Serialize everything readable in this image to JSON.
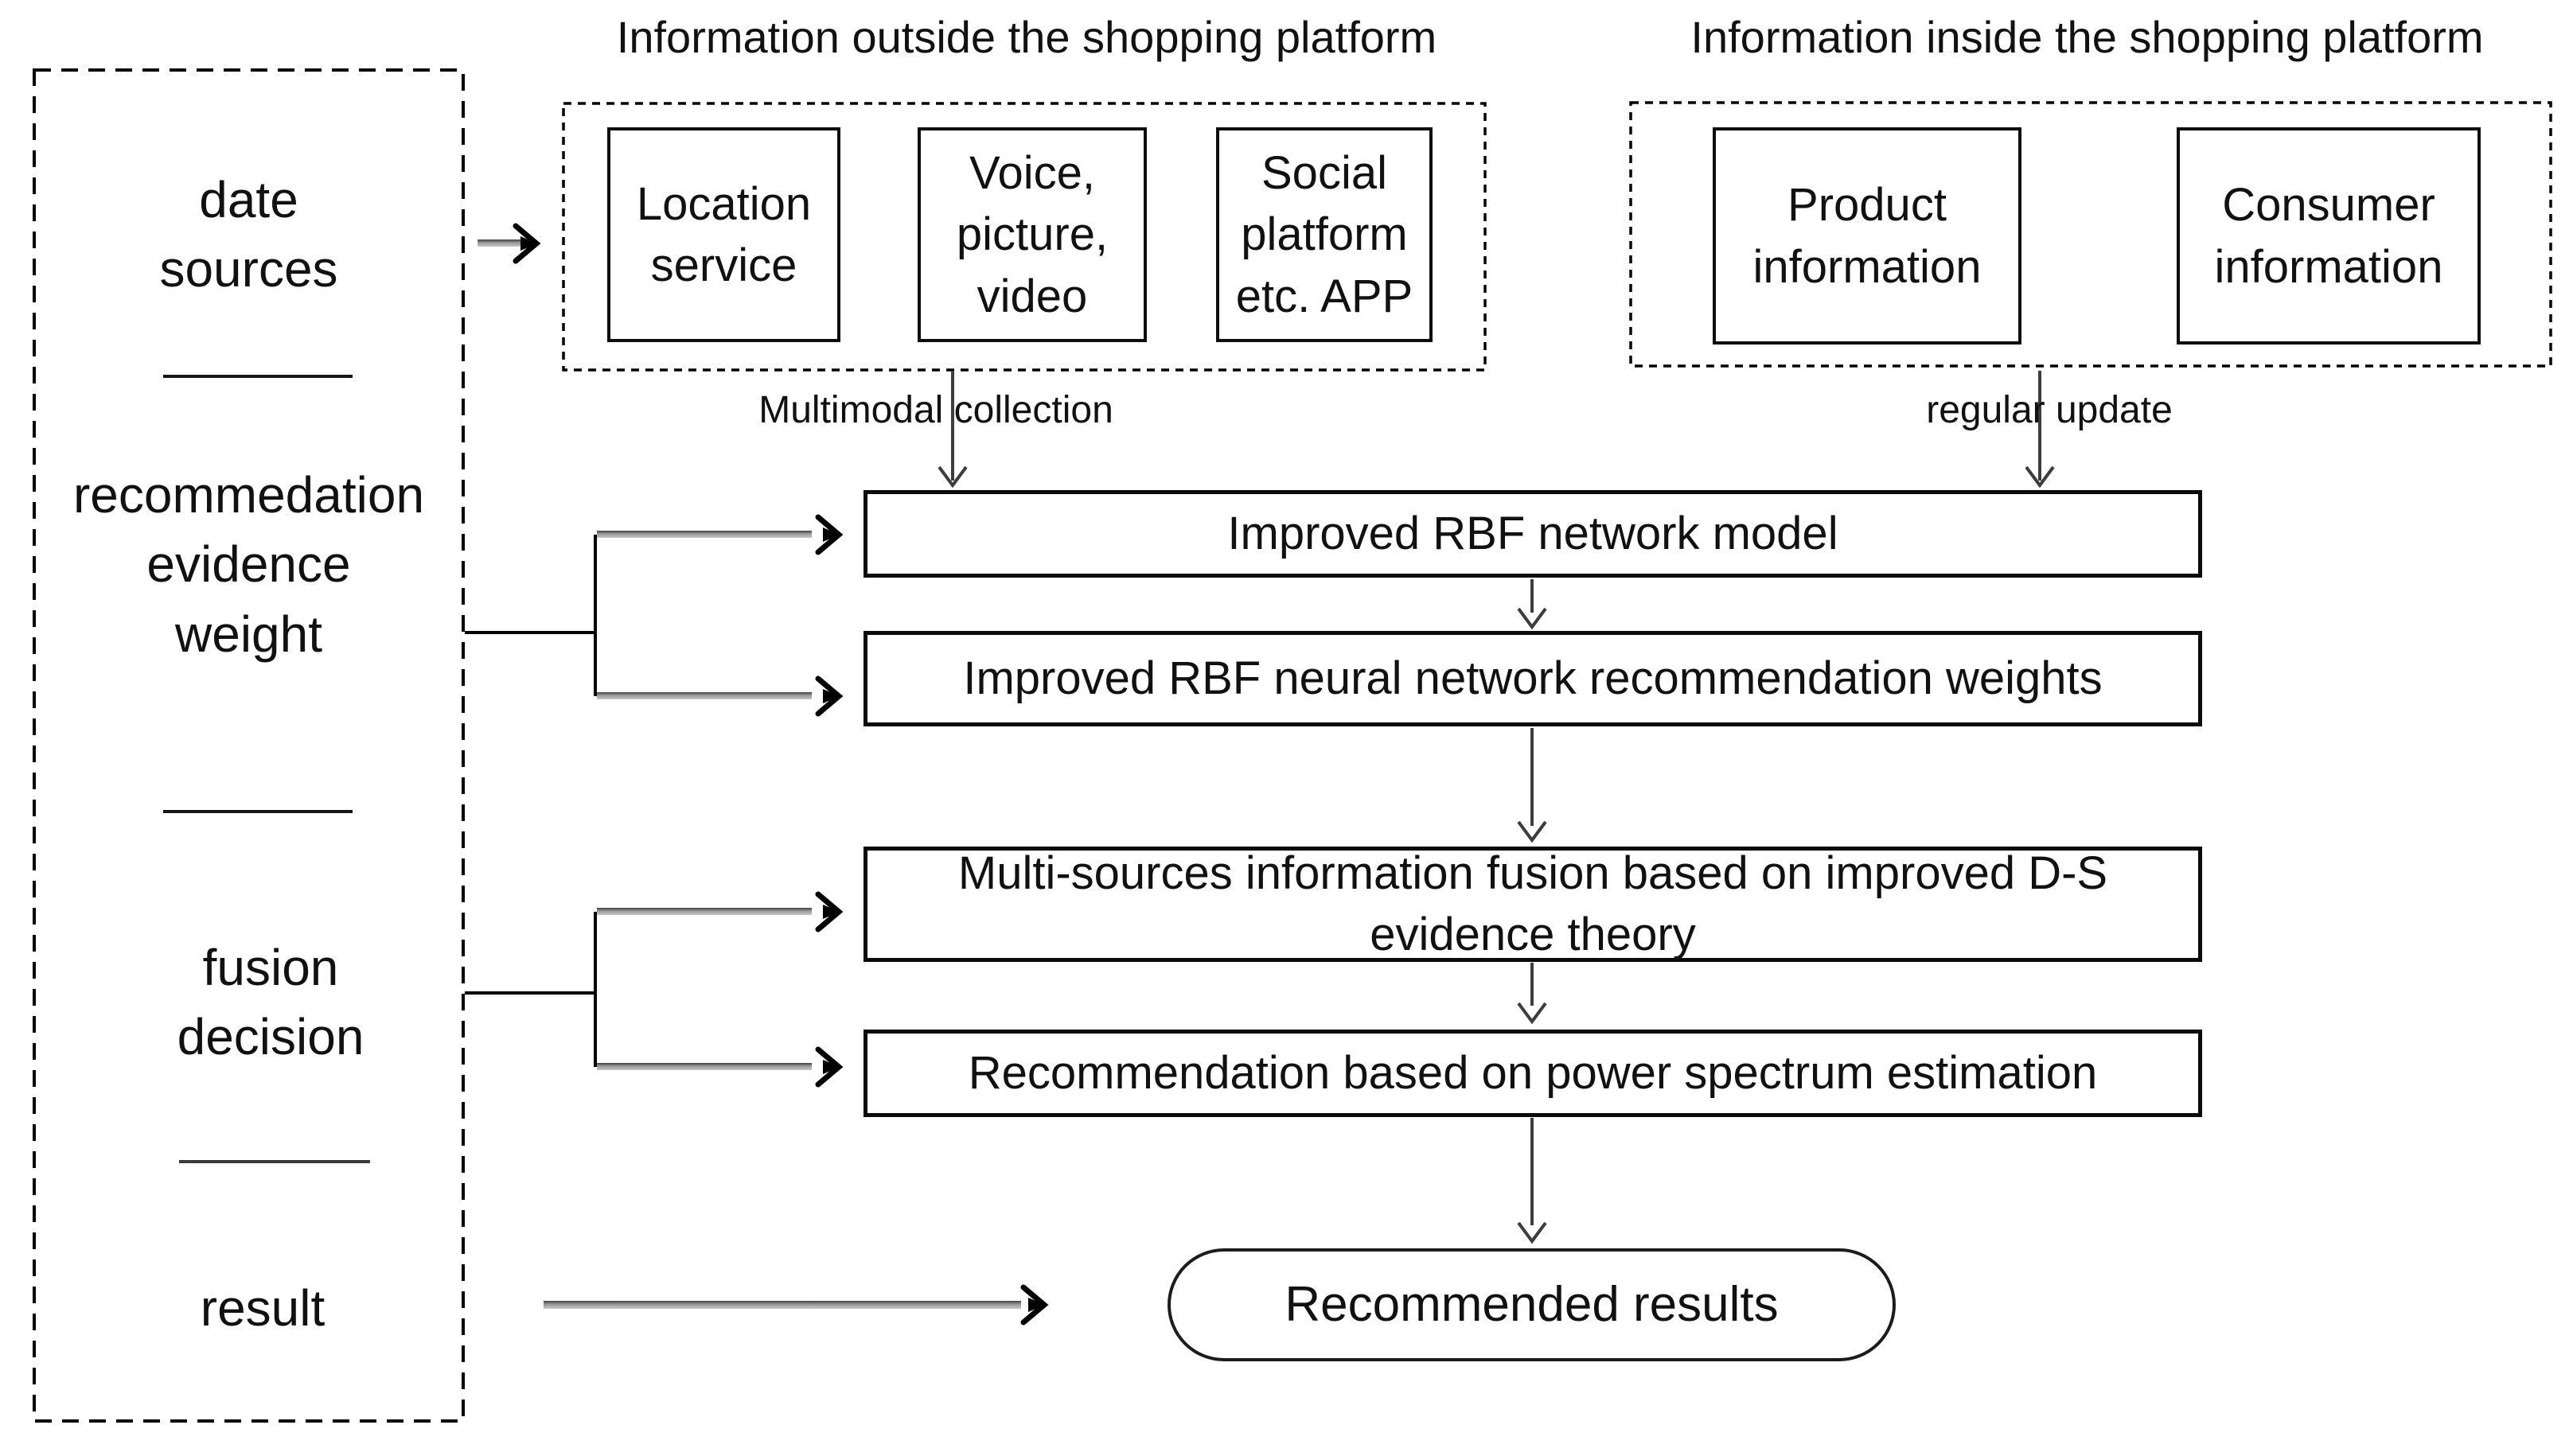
{
  "colors": {
    "line": "#000000",
    "thin_arrow": "#3d3d3d",
    "arrow_shaft_dark": "#3f3f3f",
    "arrow_shaft_light": "#c8c8c8",
    "text": "#111111",
    "background": "#ffffff"
  },
  "left_panel": {
    "labels": {
      "data_sources": "date\nsources",
      "evidence_weight": "recommedation\nevidence\nweight",
      "fusion_decision": "fusion\ndecision",
      "result": "result"
    }
  },
  "outside_platform": {
    "title": "Information outside the shopping platform",
    "boxes": [
      "Location\nservice",
      "Voice,\npicture,\nvideo",
      "Social\nplatform\netc. APP"
    ],
    "arrow_label": "Multimodal collection"
  },
  "inside_platform": {
    "title": "Information inside the shopping platform",
    "boxes": [
      "Product\ninformation",
      "Consumer\ninformation"
    ],
    "arrow_label": "regular update"
  },
  "process": {
    "steps": [
      "Improved RBF network model",
      "Improved RBF neural network recommendation weights",
      "Multi-sources information fusion based on improved D-S\nevidence theory",
      "Recommendation based on power spectrum estimation"
    ],
    "result": "Recommended results"
  }
}
